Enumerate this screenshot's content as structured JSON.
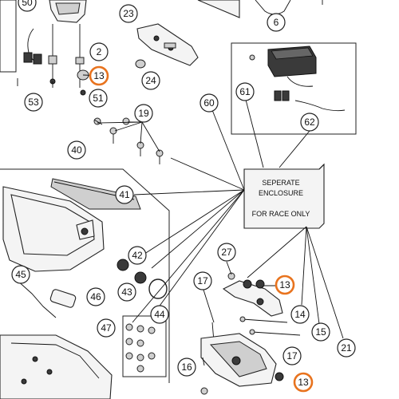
{
  "enclosure_note": {
    "line1": "SEPERATE",
    "line2": "ENCLOSURE",
    "line3": "FOR RACE ONLY"
  },
  "callouts": {
    "c50": "50",
    "c6": "6",
    "c23": "23",
    "c2": "2",
    "c13a": "13",
    "c24": "24",
    "c51": "51",
    "c53": "53",
    "c60": "60",
    "c61": "61",
    "c62": "62",
    "c19": "19",
    "c40": "40",
    "c41": "41",
    "c42": "42",
    "c45": "45",
    "c46": "46",
    "c43": "43",
    "c44": "44",
    "c47": "47",
    "c27": "27",
    "c13b": "13",
    "c17a": "17",
    "c14": "14",
    "c15": "15",
    "c21": "21",
    "c17b": "17",
    "c16": "16",
    "c13c": "13"
  },
  "colors": {
    "highlight": "#e8731e",
    "line": "#111111",
    "background": "#ffffff"
  }
}
